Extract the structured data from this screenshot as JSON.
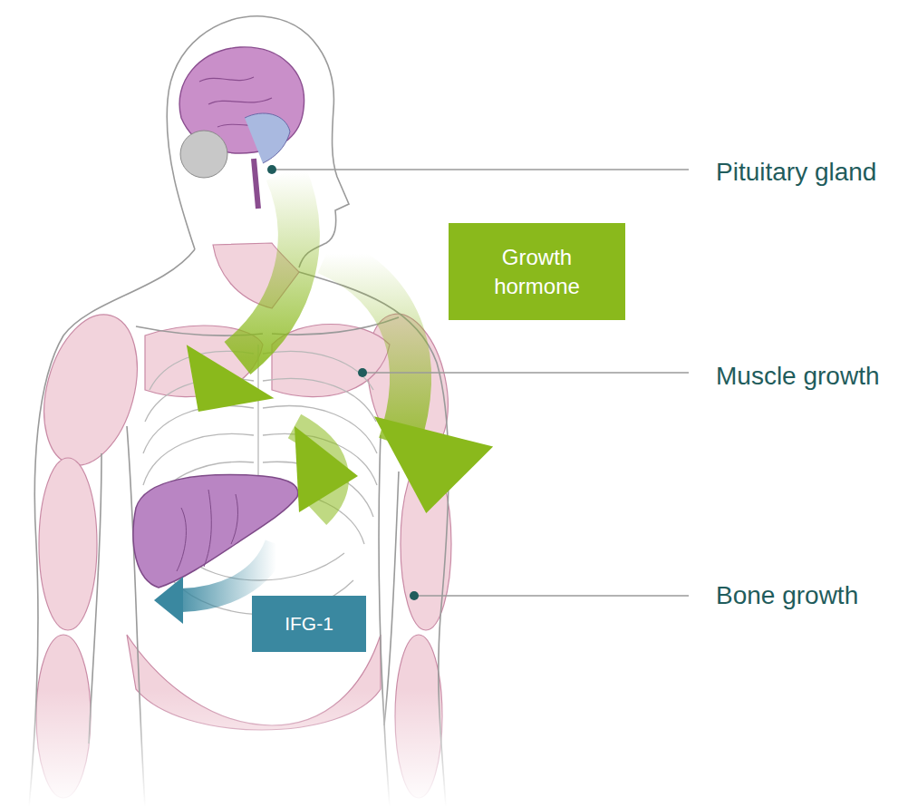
{
  "diagram": {
    "nodes": [
      {
        "text": [
          "Growth hormone"
        ]
      },
      {
        "text": [
          "IFG-1"
        ]
      }
    ],
    "labels": [
      "Pituitary gland",
      "Muscle growth",
      "Bone growth"
    ]
  }
}
